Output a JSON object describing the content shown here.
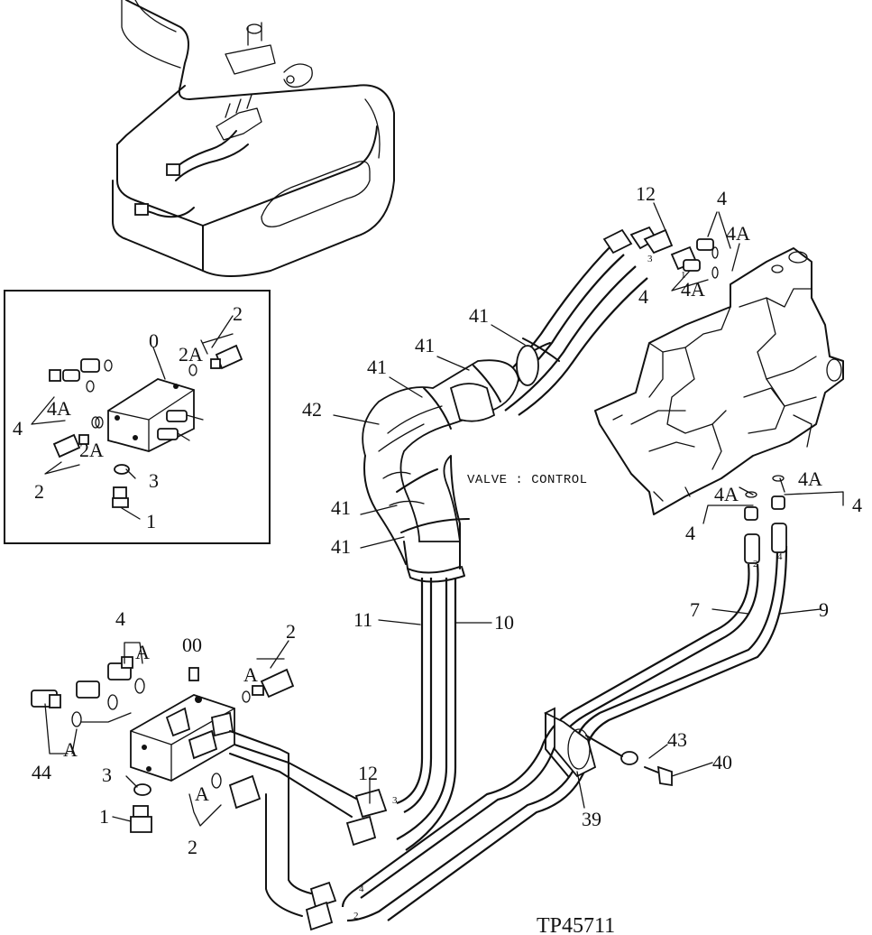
{
  "diagram": {
    "valve_label": "VALVE : CONTROL",
    "drawing_code": "TP45711",
    "callouts": {
      "c_12_top": "12",
      "c_4_top": "4",
      "c_4A_top1": "4A",
      "c_4A_top2": "4A",
      "c_4_top2": "4",
      "c_41_a": "41",
      "c_41_b": "41",
      "c_41_c": "41",
      "c_42": "42",
      "c_41_d": "41",
      "c_41_e": "41",
      "c_11": "11",
      "c_10": "10",
      "c_4A_r1": "4A",
      "c_4A_r2": "4A",
      "c_4_r1": "4",
      "c_4_r2": "4",
      "c_7": "7",
      "c_9": "9",
      "c_43": "43",
      "c_40": "40",
      "c_39": "39",
      "c_12_bot": "12",
      "inset_2": "2",
      "inset_2A_a": "2A",
      "inset_0": "0",
      "inset_4": "4",
      "inset_4A": "4A",
      "inset_2A_b": "2A",
      "inset_2_b": "2",
      "inset_3": "3",
      "inset_1": "1",
      "bl_4": "4",
      "bl_A1": "A",
      "bl_00": "00",
      "bl_2_top": "2",
      "bl_A2": "A",
      "bl_44": "44",
      "bl_A3": "A",
      "bl_3": "3",
      "bl_A4": "A",
      "bl_1": "1",
      "bl_2_bot": "2"
    }
  }
}
